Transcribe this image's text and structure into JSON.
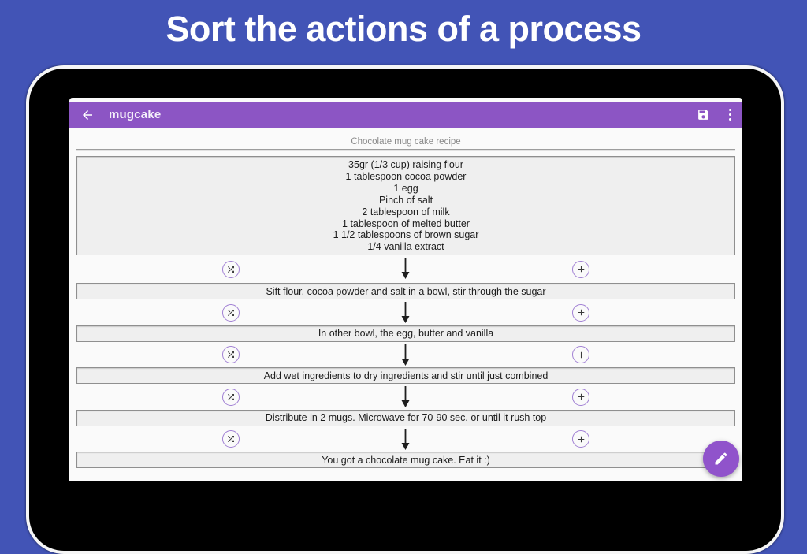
{
  "banner": {
    "title": "Sort the actions of a process"
  },
  "app_bar": {
    "title": "mugcake",
    "icons": {
      "back": "arrow-left",
      "save": "floppy-disk",
      "menu": "vertical-dots"
    }
  },
  "flow": {
    "doc_title": "Chocolate mug cake recipe",
    "ingredients": [
      "35gr (1/3 cup) raising flour",
      "1 tablespoon cocoa powder",
      "1 egg",
      "Pinch of salt",
      "2 tablespoon of milk",
      "1 tablespoon of melted butter",
      "1 1/2 tablespoons of brown sugar",
      "1/4 vanilla extract"
    ],
    "steps": [
      "Sift flour, cocoa powder and salt in a bowl, stir through the sugar",
      "In other bowl, the egg, butter and vanilla",
      "Add wet ingredients to dry ingredients and stir until just combined",
      "Distribute in 2 mugs. Microwave for 70-90 sec. or until it rush top",
      "You got a chocolate mug cake. Eat it :)"
    ],
    "connector_icons": {
      "left": "shuffle",
      "center": "down-arrow",
      "right": "plus"
    }
  },
  "fab": {
    "icon": "pencil"
  },
  "colors": {
    "background": "#4254b6",
    "app_bar": "#8c55c4",
    "fab": "#9053cb",
    "circle_outline": "#a180d4",
    "node_fill": "#efefef",
    "node_border": "#8f8f8f",
    "doc_title_text": "#8a8a8a",
    "banner_text": "#ffffff"
  }
}
